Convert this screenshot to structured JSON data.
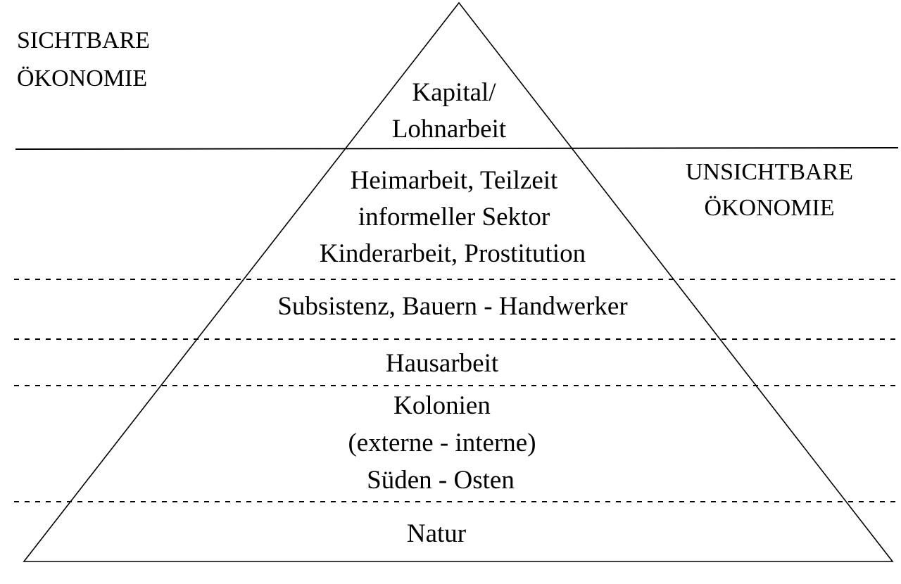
{
  "diagram": {
    "visible_label": {
      "line1": "SICHTBARE",
      "line2": "ÖKONOMIE"
    },
    "invisible_label": {
      "line1": "UNSICHTBARE",
      "line2": "ÖKONOMIE"
    },
    "layers": {
      "capital": {
        "line1": "Kapital/",
        "line2": "Lohnarbeit"
      },
      "informal": {
        "line1": "Heimarbeit, Teilzeit",
        "line2": "informeller Sektor",
        "line3": "Kinderarbeit, Prostitution"
      },
      "subsistence": {
        "line1": "Subsistenz, Bauern - Handwerker"
      },
      "housework": {
        "line1": "Hausarbeit"
      },
      "colonies": {
        "line1": "Kolonien",
        "line2": "(externe - interne)",
        "line3": "Süden - Osten"
      },
      "nature": {
        "line1": "Natur"
      }
    }
  }
}
